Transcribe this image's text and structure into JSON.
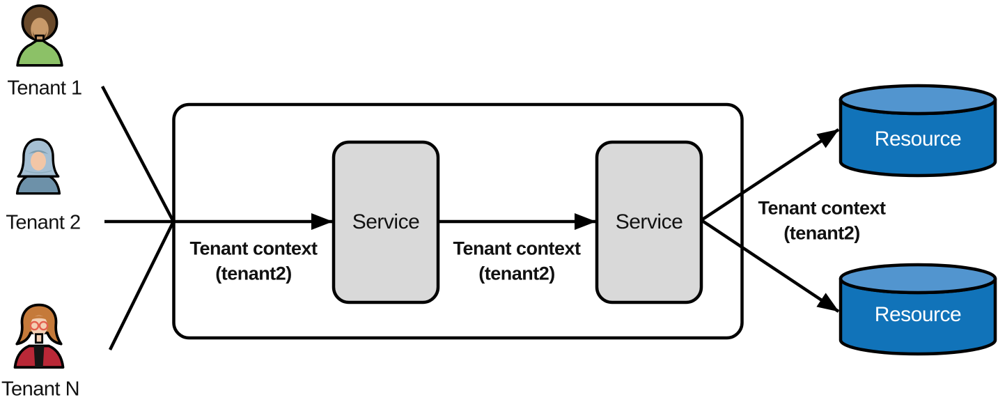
{
  "tenants": [
    {
      "label": "Tenant 1",
      "icon": "afro-person-icon"
    },
    {
      "label": "Tenant 2",
      "icon": "hijab-person-icon"
    },
    {
      "label": "Tenant N",
      "icon": "glasses-person-icon"
    }
  ],
  "system": {
    "services": [
      {
        "label": "Service"
      },
      {
        "label": "Service"
      }
    ]
  },
  "resources": [
    {
      "label": "Resource"
    },
    {
      "label": "Resource"
    }
  ],
  "context_labels": [
    {
      "line1": "Tenant context",
      "line2": "(tenant2)"
    },
    {
      "line1": "Tenant context",
      "line2": "(tenant2)"
    },
    {
      "line1": "Tenant context",
      "line2": "(tenant2)"
    }
  ],
  "colors": {
    "service_fill": "#d9d9d9",
    "resource_body": "#1173b9",
    "resource_top": "#5295cf",
    "outline": "#000000"
  }
}
